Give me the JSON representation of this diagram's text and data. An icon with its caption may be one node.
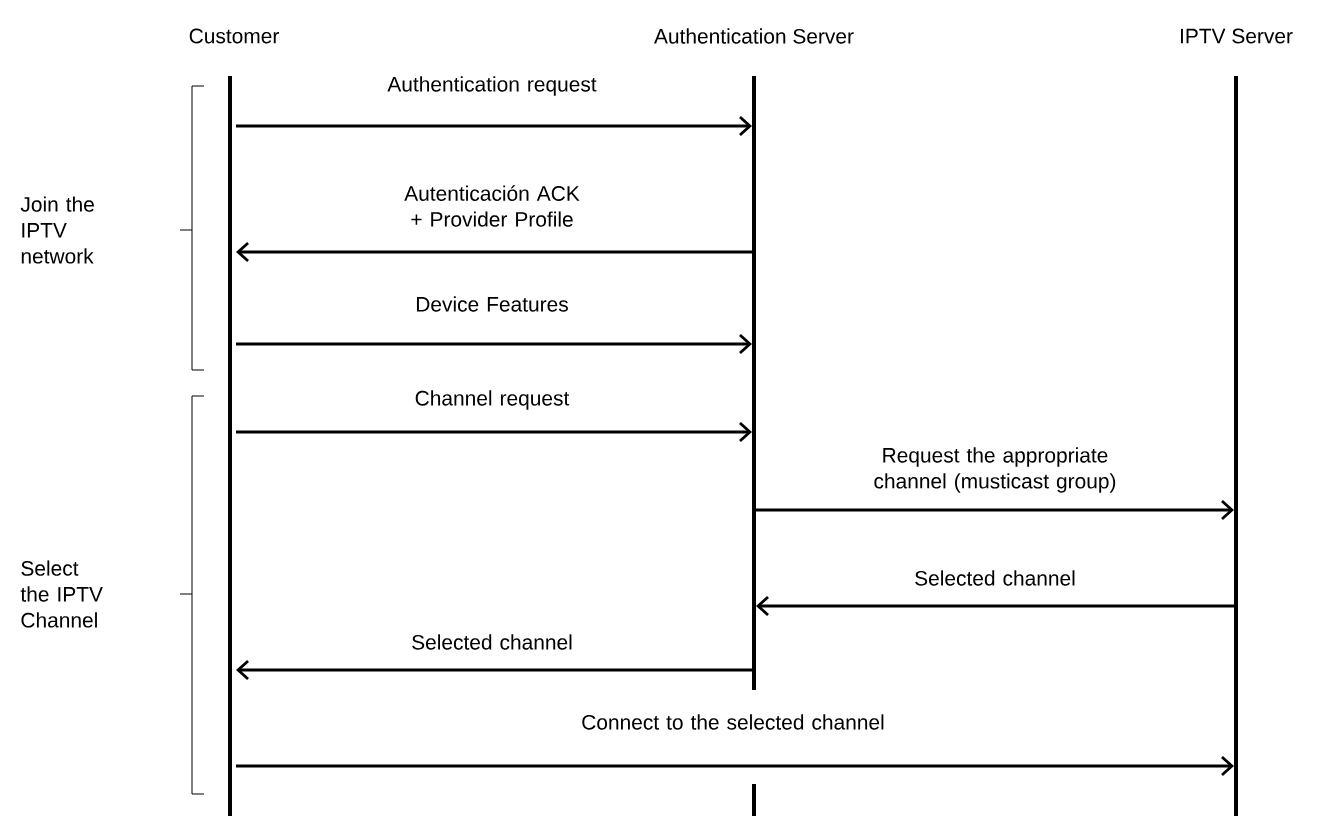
{
  "diagram": {
    "nodes": [
      {
        "text": [
          "Customer"
        ]
      },
      {
        "text": [
          "Authentication Server"
        ]
      },
      {
        "text": [
          "IPTV  Server"
        ]
      }
    ],
    "edges": [
      {
        "from": 0,
        "to": 1,
        "arrow": "to",
        "label": "Authentication request"
      },
      {
        "from": 1,
        "to": 0,
        "arrow": "to",
        "label": "Autenticación ACK + Provider Profile"
      },
      {
        "from": 0,
        "to": 1,
        "arrow": "to",
        "label": "Device Features"
      },
      {
        "from": 0,
        "to": 1,
        "arrow": "to",
        "label": "Channel  request"
      },
      {
        "from": 1,
        "to": 2,
        "arrow": "to",
        "label": "Request the appropriate channel (musticast group)"
      },
      {
        "from": 2,
        "to": 1,
        "arrow": "to",
        "label": "Selected channel"
      },
      {
        "from": 1,
        "to": 0,
        "arrow": "to",
        "label": "Selected channel"
      },
      {
        "from": 0,
        "to": 2,
        "arrow": "to",
        "label": "Connect to the selected channel"
      }
    ],
    "labels": [
      "Join the IPTV network",
      "Select the IPTV Channel"
    ]
  }
}
